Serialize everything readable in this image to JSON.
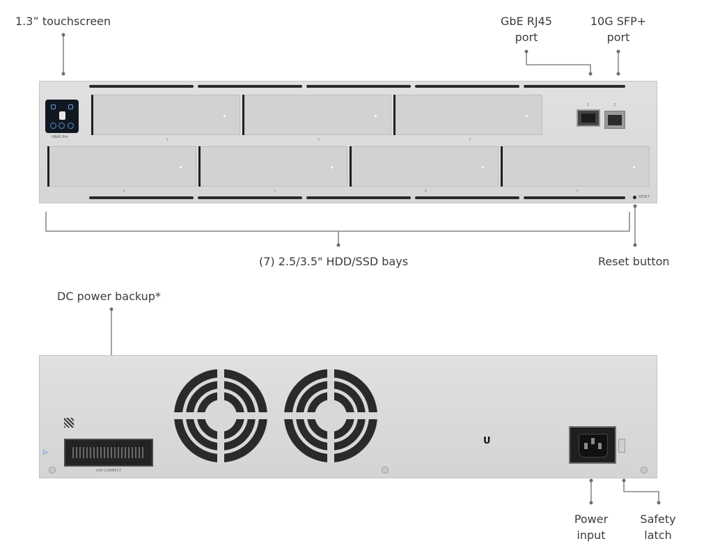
{
  "labels": {
    "touchscreen": "1.3” touchscreen",
    "gbe_line1": "GbE RJ45",
    "gbe_line2": "port",
    "sfp_line1": "10G SFP+",
    "sfp_line2": "port",
    "bays": "(7) 2.5/3.5\" HDD/SSD bays",
    "reset": "Reset button",
    "dc_backup": "DC power backup*",
    "power_line1": "Power",
    "power_line2": "input",
    "latch_line1": "Safety",
    "latch_line2": "latch"
  },
  "device": {
    "model": "UNAS Pro",
    "bay_numbers": [
      "1",
      "2",
      "3",
      "4",
      "5",
      "6",
      "7"
    ],
    "port_numbers": [
      "1",
      "2"
    ],
    "reset_text": "RESET",
    "dc_connector_text": "USP-CONNECT"
  },
  "colors": {
    "chassis": "#dcdcdc",
    "vent": "#2a2a2a",
    "screen": "#121822",
    "accent": "#5a8fd8"
  }
}
